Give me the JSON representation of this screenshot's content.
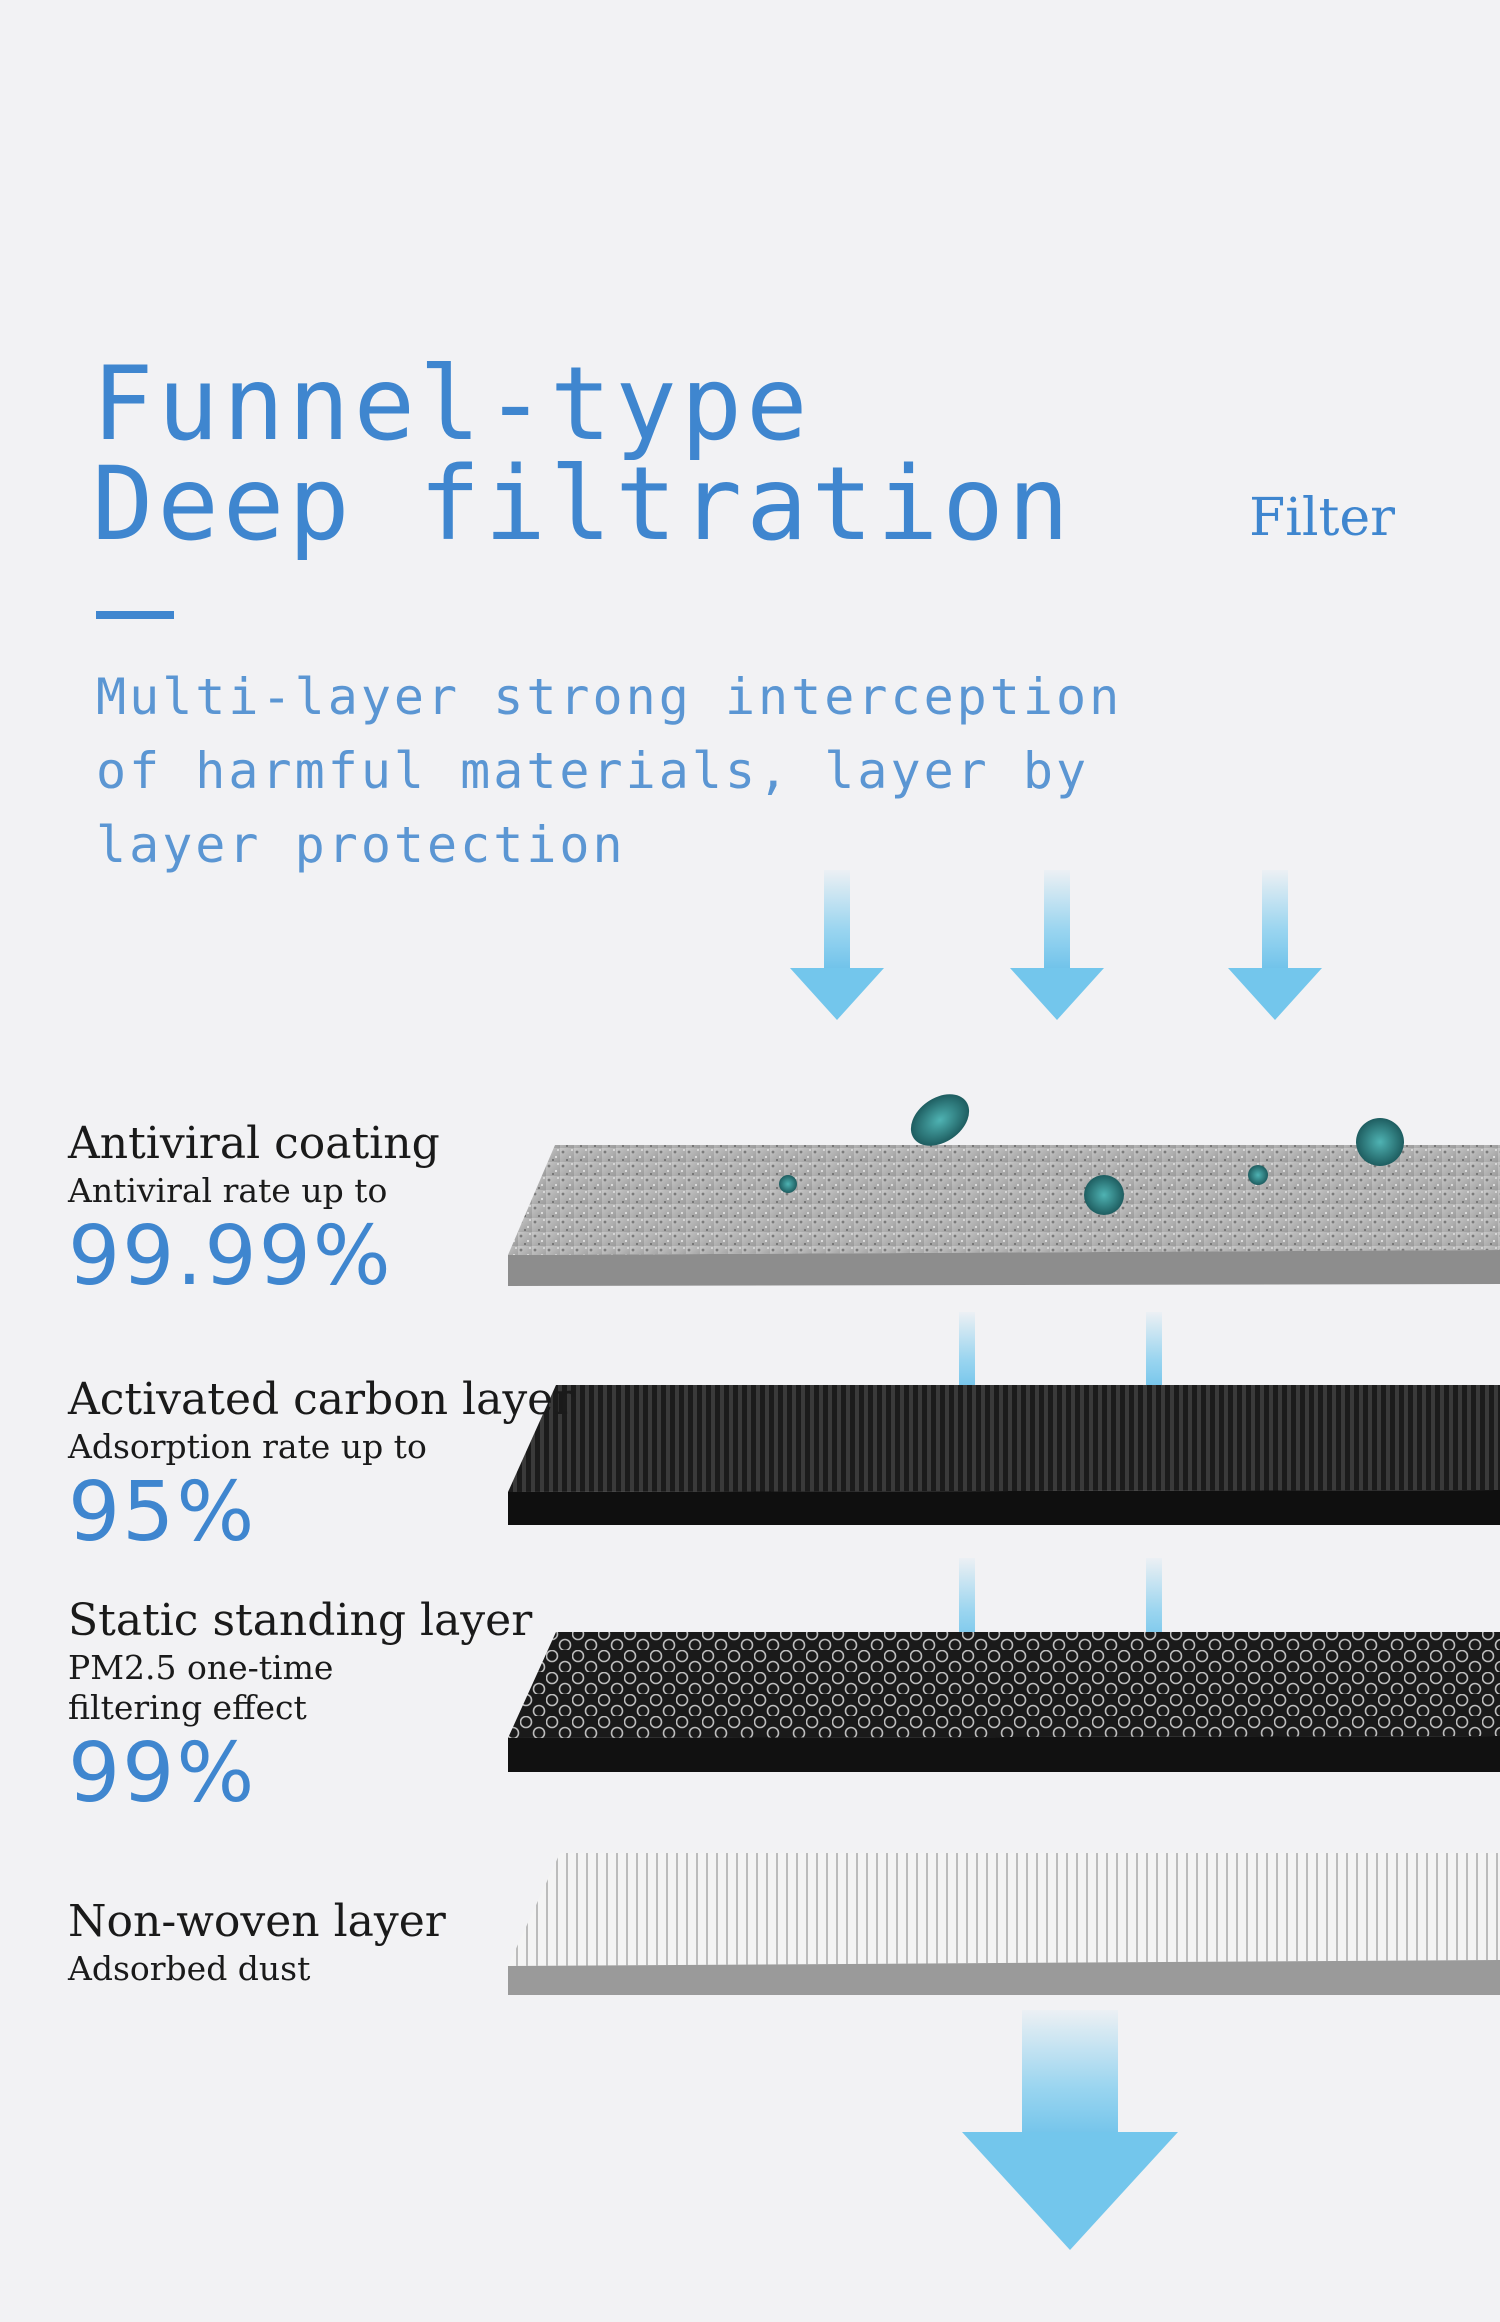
{
  "header": {
    "title_line1": "Funnel-type",
    "title_line2": "Deep filtration",
    "side_label": "Filter"
  },
  "subtitle": {
    "line1": "Multi-layer strong interception",
    "line2": "of harmful materials, layer by",
    "line3": "layer protection"
  },
  "layers": [
    {
      "name": "Antiviral coating",
      "desc1": "Antiviral rate up to",
      "value": "99.99%"
    },
    {
      "name": "Activated carbon layer",
      "desc1": "Adsorption rate up to",
      "value": "95%"
    },
    {
      "name": "Static standing layer",
      "desc1": "PM2.5 one-time",
      "desc2": "filtering effect",
      "value": "99%"
    },
    {
      "name": "Non-woven layer",
      "desc1": "Adsorbed dust"
    }
  ],
  "colors": {
    "accent": "#3f86cf",
    "arrow": "#7ccbee",
    "background": "#f2f2f4"
  }
}
